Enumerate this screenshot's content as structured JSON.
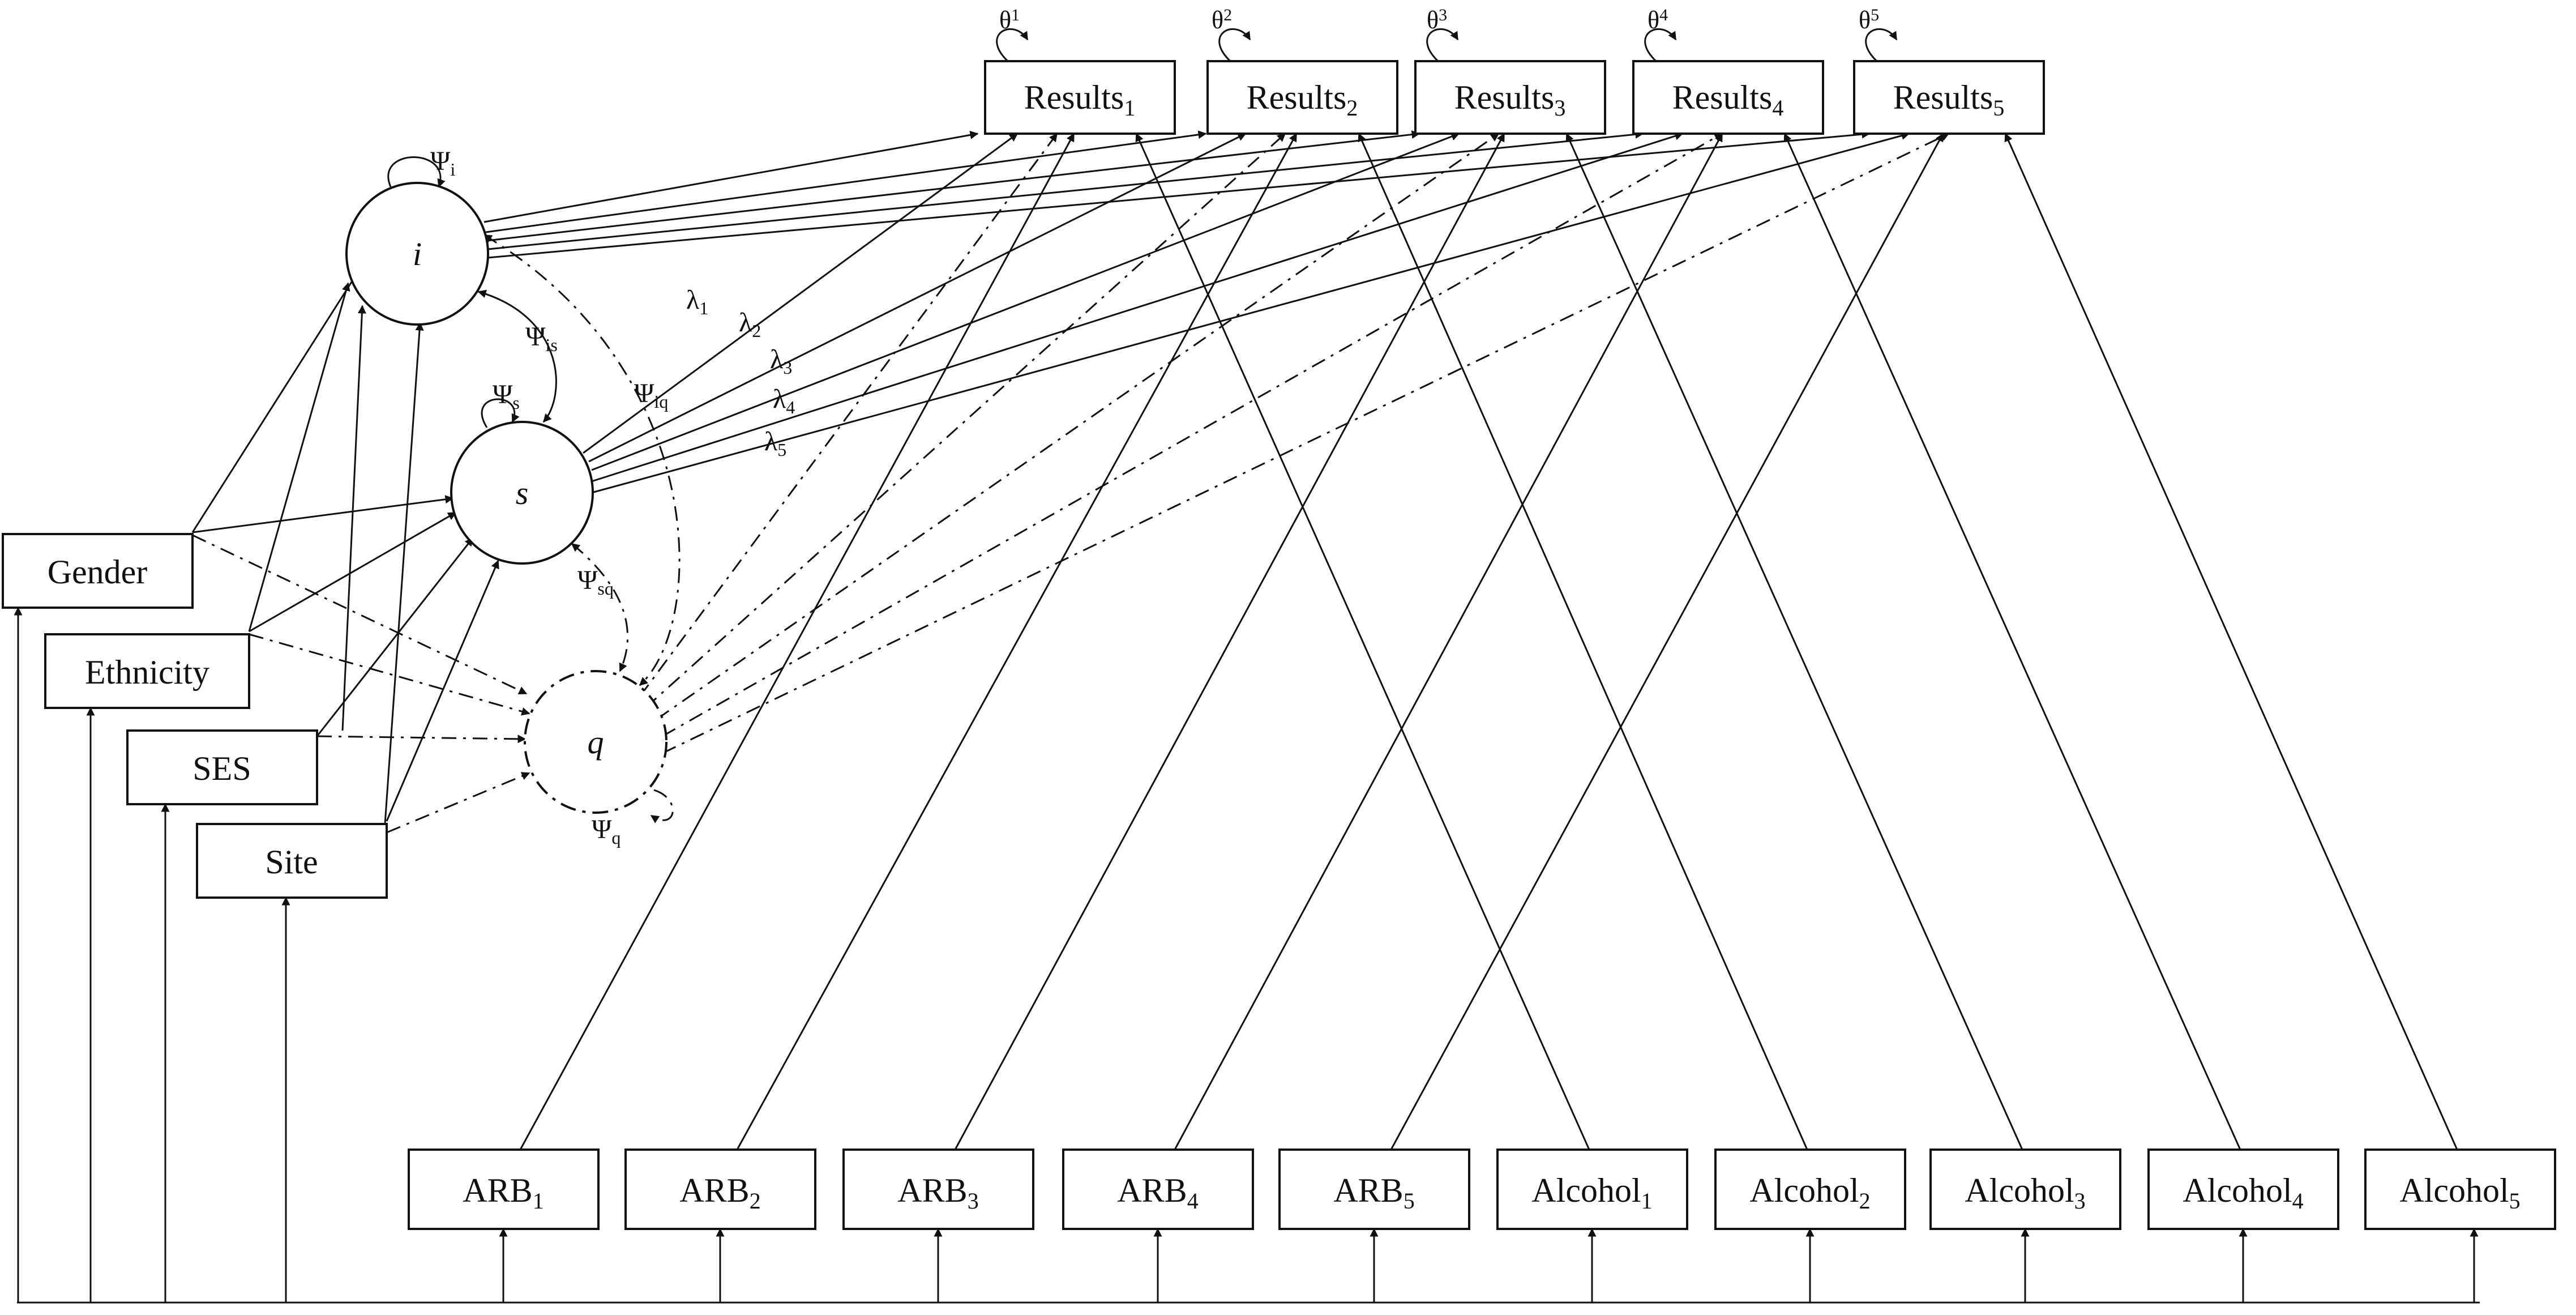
{
  "covariates": [
    {
      "id": "gender",
      "label": "Gender"
    },
    {
      "id": "ethnicity",
      "label": "Ethnicity"
    },
    {
      "id": "ses",
      "label": "SES"
    },
    {
      "id": "site",
      "label": "Site"
    }
  ],
  "latents": [
    {
      "id": "i",
      "label": "i",
      "variance_label": "Ψ",
      "variance_sub": "i"
    },
    {
      "id": "s",
      "label": "s",
      "variance_label": "Ψ",
      "variance_sub": "s"
    },
    {
      "id": "q",
      "label": "q",
      "variance_label": "Ψ",
      "variance_sub": "q"
    }
  ],
  "results": [
    {
      "label": "Results",
      "sub": "1",
      "theta": "θ",
      "theta_sub": "1"
    },
    {
      "label": "Results",
      "sub": "2",
      "theta": "θ",
      "theta_sub": "2"
    },
    {
      "label": "Results",
      "sub": "3",
      "theta": "θ",
      "theta_sub": "3"
    },
    {
      "label": "Results",
      "sub": "4",
      "theta": "θ",
      "theta_sub": "4"
    },
    {
      "label": "Results",
      "sub": "5",
      "theta": "θ",
      "theta_sub": "5"
    }
  ],
  "arb": [
    {
      "label": "ARB",
      "sub": "1"
    },
    {
      "label": "ARB",
      "sub": "2"
    },
    {
      "label": "ARB",
      "sub": "3"
    },
    {
      "label": "ARB",
      "sub": "4"
    },
    {
      "label": "ARB",
      "sub": "5"
    }
  ],
  "alcohol": [
    {
      "label": "Alcohol",
      "sub": "1"
    },
    {
      "label": "Alcohol",
      "sub": "2"
    },
    {
      "label": "Alcohol",
      "sub": "3"
    },
    {
      "label": "Alcohol",
      "sub": "4"
    },
    {
      "label": "Alcohol",
      "sub": "5"
    }
  ],
  "loadings": [
    {
      "label": "λ",
      "sub": "1"
    },
    {
      "label": "λ",
      "sub": "2"
    },
    {
      "label": "λ",
      "sub": "3"
    },
    {
      "label": "λ",
      "sub": "4"
    },
    {
      "label": "λ",
      "sub": "5"
    }
  ],
  "covariances": {
    "is": {
      "label": "Ψ",
      "sub": "is"
    },
    "iq": {
      "label": "Ψ",
      "sub": "iq"
    },
    "sq": {
      "label": "Ψ",
      "sub": "sq"
    }
  }
}
